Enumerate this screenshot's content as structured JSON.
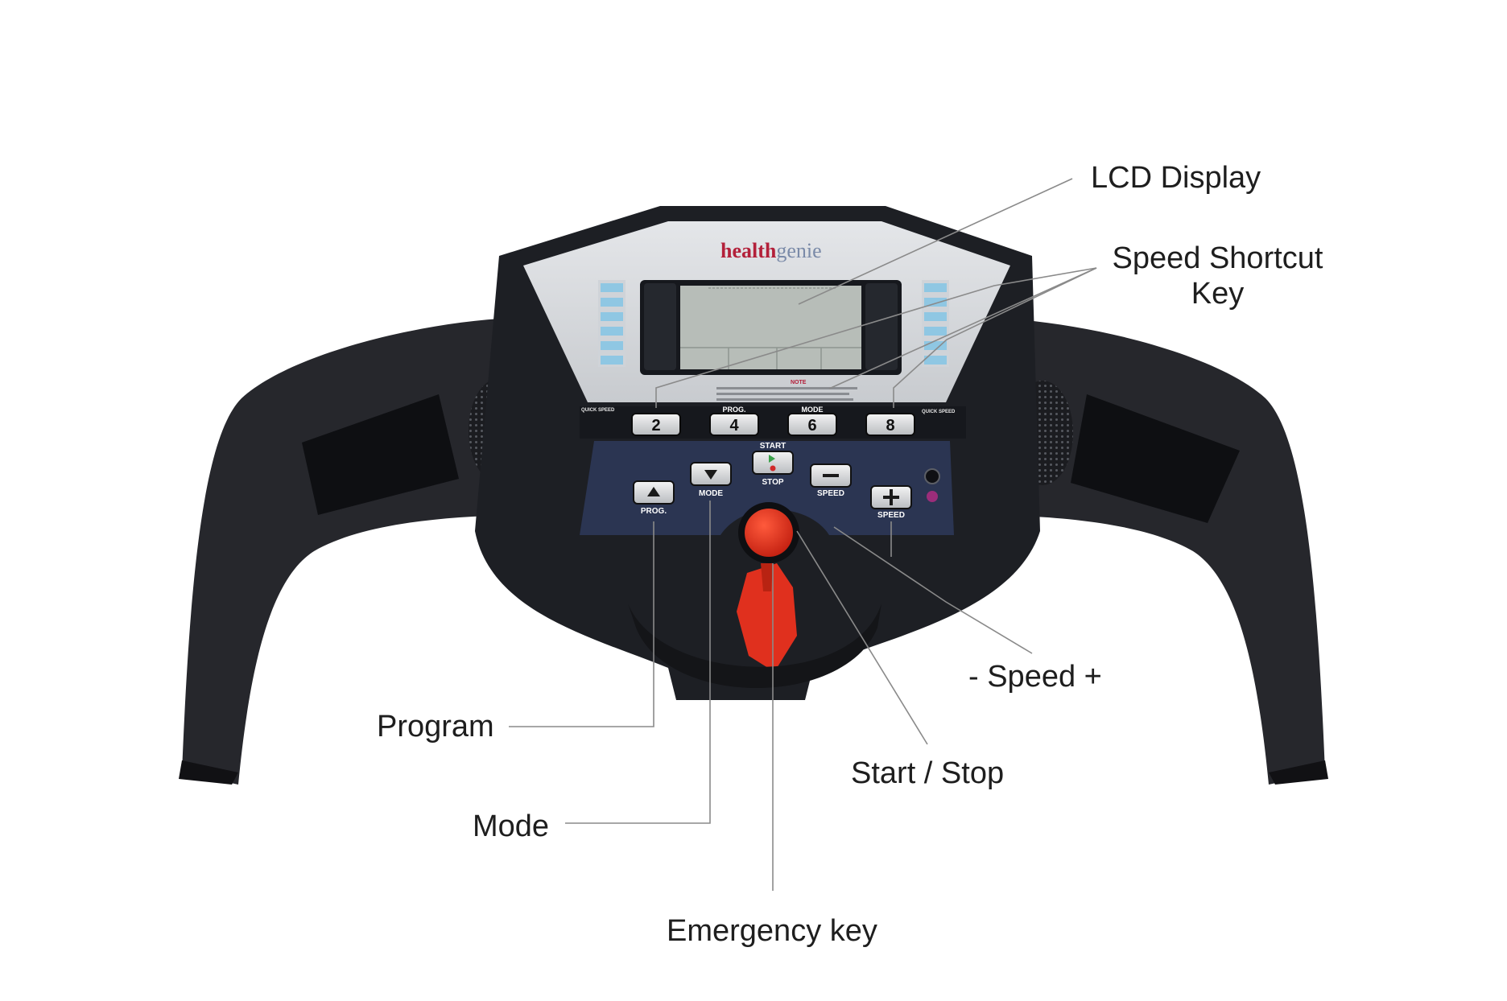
{
  "brand": {
    "part1": "health",
    "part2": "genie",
    "colors": {
      "part1": "#b3203a",
      "part2": "#7a8aa8"
    }
  },
  "console": {
    "note_title": "NOTE",
    "quick_speed_left": "QUICK SPEED",
    "quick_speed_right": "QUICK SPEED",
    "speed_keys": [
      "2",
      "4",
      "6",
      "8"
    ],
    "speed_key_captions": [
      "",
      "PROG.",
      "MODE",
      ""
    ],
    "start_label": "START",
    "stop_label": "STOP",
    "prog_caption": "PROG.",
    "mode_caption": "MODE",
    "speed_minus_caption": "SPEED",
    "speed_plus_caption": "SPEED",
    "icons": {
      "prog": "triangle-up-icon",
      "mode": "triangle-down-icon",
      "start": "play-icon",
      "speed_minus": "minus-icon",
      "speed_plus": "plus-icon"
    },
    "colors": {
      "housing": "#1d1f24",
      "panel_face": "#d6d8db",
      "lcd": "#b7bdb8",
      "button_panel": "#2b3552",
      "emergency_key": "#e0301e"
    }
  },
  "callouts": {
    "lcd_display": "LCD Display",
    "speed_shortcut_line1": "Speed Shortcut",
    "speed_shortcut_line2": "Key",
    "speed": "- Speed +",
    "program": "Program",
    "start_stop": "Start / Stop",
    "mode": "Mode",
    "emergency_key": "Emergency key"
  }
}
